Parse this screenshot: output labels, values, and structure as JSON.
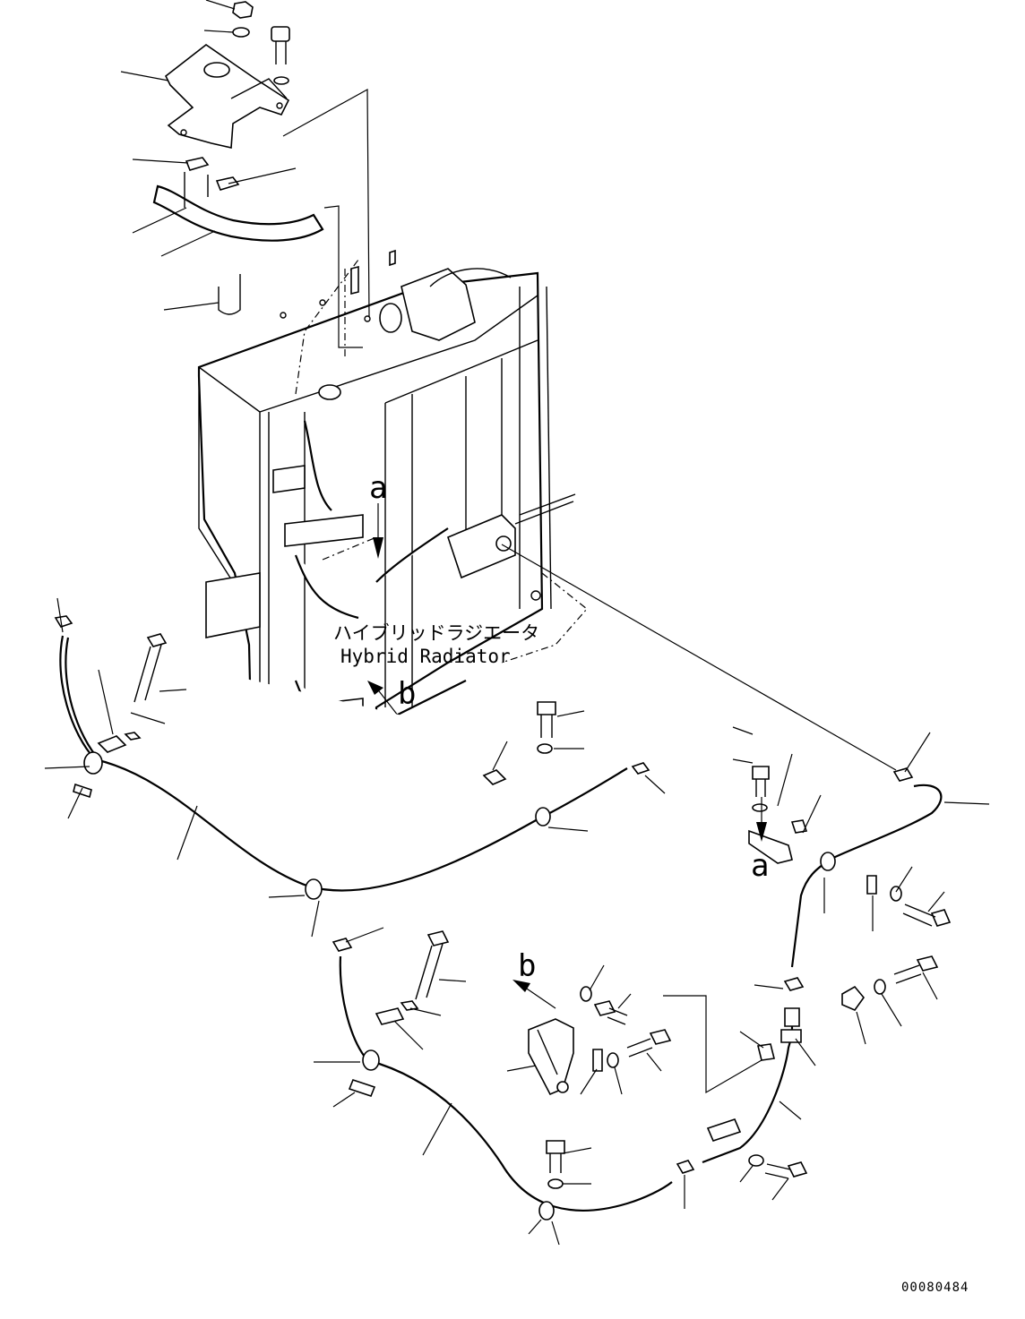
{
  "diagram": {
    "title_jp": "ハイブリッドラジエータ",
    "title_en": "Hybrid Radiator",
    "view_a_label": "a",
    "view_b_label": "b",
    "drawing_number": "00080484"
  }
}
